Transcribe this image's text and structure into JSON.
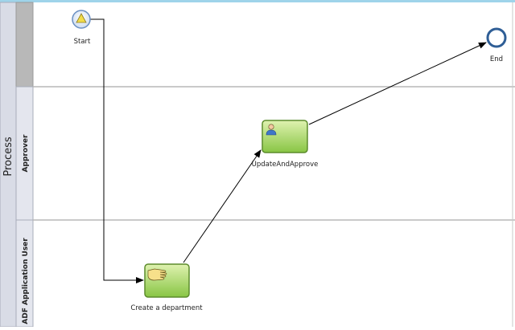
{
  "pool": {
    "label": "Process"
  },
  "lanes": [
    {
      "label": ""
    },
    {
      "label": "Approver"
    },
    {
      "label": "ADF Application User"
    }
  ],
  "events": {
    "start": {
      "label": "Start"
    },
    "end": {
      "label": "End"
    }
  },
  "tasks": {
    "update": {
      "label": "UpdateAndApprove",
      "icon": "user-icon"
    },
    "create": {
      "label": "Create a department",
      "icon": "hand-icon"
    }
  },
  "colors": {
    "pool_header": "#dcdfe8",
    "lane_header": "#e6e8ef",
    "lane_header_top": "#b4b4b4",
    "top_border": "#7ec8e3",
    "task_fill_top": "#d4ec9c",
    "task_fill_bottom": "#86c440",
    "task_stroke": "#5a8a2a",
    "event_stroke": "#4d78b0",
    "start_triangle": "#f2dc4a"
  }
}
